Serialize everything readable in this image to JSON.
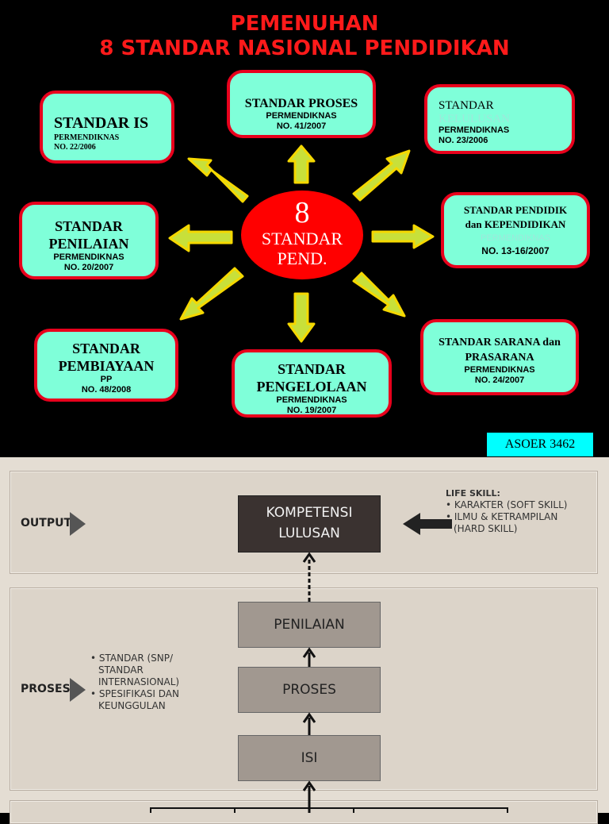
{
  "slide1": {
    "title_line1": "PEMENUHAN",
    "title_line2": "8    STANDAR NASIONAL PENDIDIKAN",
    "center": {
      "number": "8",
      "label1": "STANDAR",
      "label2": "PEND."
    },
    "boxes": {
      "isi": {
        "name": "STANDAR IS",
        "sub1": "PERMENDIKNAS",
        "sub2": "NO. 22/2006"
      },
      "proses": {
        "name": "STANDAR PROSES",
        "sub1": "PERMENDIKNAS",
        "sub2": "NO. 41/2007"
      },
      "kelulusan": {
        "name": "STANDAR",
        "name_faint": "KELULUSAN",
        "sub1": "PERMENDIKNAS",
        "sub2": "NO. 23/2006"
      },
      "pendidik": {
        "name1": "STANDAR PENDIDIK",
        "name2": "dan KEPENDIDIKAN",
        "faint": "PERMENDIKNAS",
        "sub2": "NO. 13-16/2007"
      },
      "sarana": {
        "name1": "STANDAR SARANA dan",
        "name2": "PRASARANA",
        "sub1": "PERMENDIKNAS",
        "sub2": "NO. 24/2007"
      },
      "pengelolaan": {
        "name1": "STANDAR",
        "name2": "PENGELOLAAN",
        "sub1": "PERMENDIKNAS",
        "sub2": "NO. 19/2007"
      },
      "pembiayaan": {
        "name1": "STANDAR",
        "name2": "PEMBIAYAAN",
        "sub1": "PP",
        "sub2": "NO. 48/2008"
      },
      "penilaian": {
        "name1": "STANDAR",
        "name2": "PENILAIAN",
        "sub1": "PERMENDIKNAS",
        "sub2": "NO. 20/2007"
      }
    },
    "footer": "ASOER 3462",
    "colors": {
      "box_fill": "#7fffd9",
      "box_border": "#e8001c",
      "center_fill": "#ff0000",
      "arrow_fill": "#c8e03a",
      "arrow_stroke": "#f5d800"
    }
  },
  "slide2": {
    "output_label": "OUTPUT",
    "proses_label": "PROSES",
    "kompetensi_line1": "KOMPETENSI",
    "kompetensi_line2": "LULUSAN",
    "penilaian": "PENILAIAN",
    "proses": "PROSES",
    "isi": "ISI",
    "life_skill_title": "LIFE SKILL:",
    "life_skill_items": [
      "• KARAKTER (SOFT SKILL)",
      "• ILMU & KETRAMPILAN",
      "(HARD SKILL)"
    ],
    "proses_items": [
      "• STANDAR (SNP/",
      "STANDAR",
      "INTERNASIONAL)",
      "• SPESIFIKASI DAN",
      "KEUNGGULAN"
    ]
  }
}
